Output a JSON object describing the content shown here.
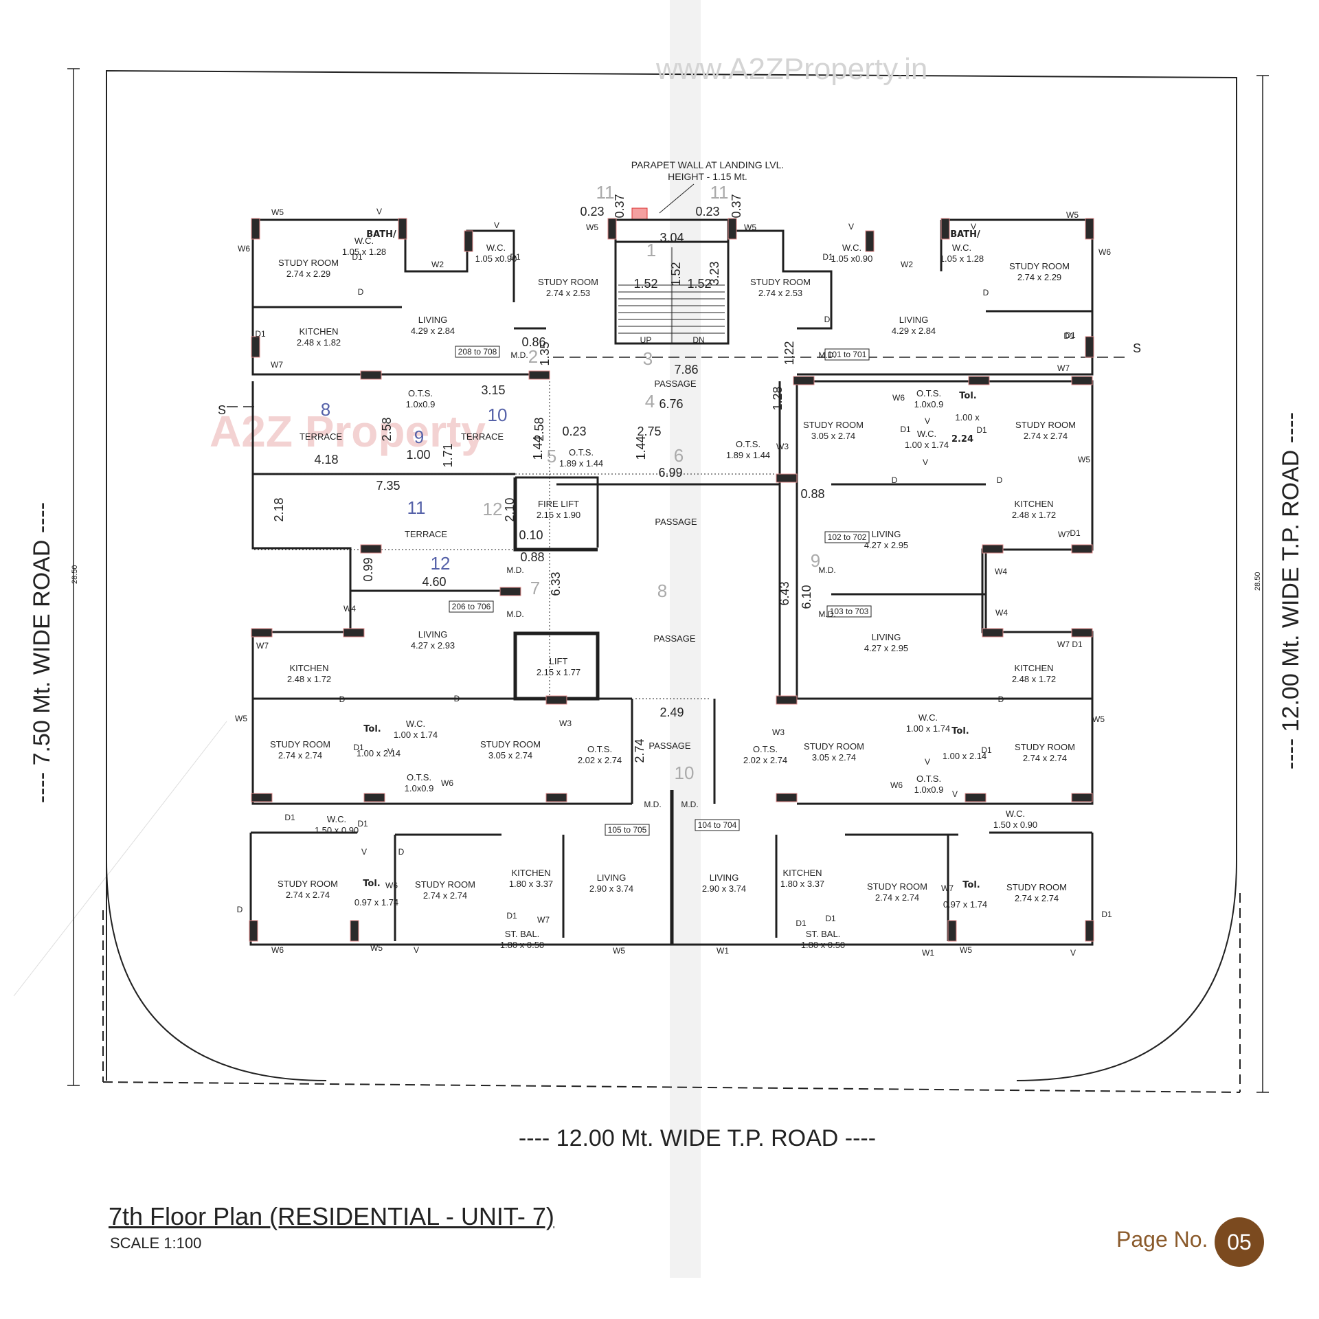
{
  "watermark": "www.A2ZProperty.in",
  "watermark_logo": "A2Z Property",
  "parapet_note": [
    "PARAPET WALL AT LANDING LVL.",
    "HEIGHT - 1.15 Mt."
  ],
  "roads": {
    "left": "---- 7.50 Mt. WIDE ROAD ----",
    "right": "---- 12.00 Mt. WIDE T.P. ROAD ----",
    "bottom": "----  12.00 Mt. WIDE T.P. ROAD  ----",
    "left_dim": "28.50",
    "right_dim": "28.50"
  },
  "title": "7th Floor Plan (RESIDENTIAL - UNIT- 7)",
  "scale": "SCALE 1:100",
  "page_label": "Page No.",
  "page_number": "05",
  "rooms": [
    {
      "name": "STUDY ROOM",
      "size": "2.74 x 2.29"
    },
    {
      "name": "W.C.",
      "size": "1.05 x 1.28"
    },
    {
      "name": "W.C.",
      "size": "1.05 x0.90"
    },
    {
      "name": "STUDY ROOM",
      "size": "2.74 x 2.53"
    },
    {
      "name": "STUDY ROOM",
      "size": "2.74 x 2.53"
    },
    {
      "name": "W.C.",
      "size": "1.05 x0.90"
    },
    {
      "name": "W.C.",
      "size": "1.05 x 1.28"
    },
    {
      "name": "STUDY ROOM",
      "size": "2.74 x 2.29"
    },
    {
      "name": "KITCHEN",
      "size": "2.48 x 1.82"
    },
    {
      "name": "LIVING",
      "size": "4.29 x 2.84"
    },
    {
      "name": "LIVING",
      "size": "4.29 x 2.84"
    },
    {
      "name": "O.T.S.",
      "size": "1.0x0.9"
    },
    {
      "name": "TERRACE",
      "size": ""
    },
    {
      "name": "TERRACE",
      "size": ""
    },
    {
      "name": "O.T.S.",
      "size": "1.89 x 1.44"
    },
    {
      "name": "O.T.S.",
      "size": "1.89 x 1.44"
    },
    {
      "name": "PASSAGE",
      "size": ""
    },
    {
      "name": "O.T.S.",
      "size": "1.0x0.9"
    },
    {
      "name": "STUDY ROOM",
      "size": "3.05 x 2.74"
    },
    {
      "name": "W.C.",
      "size": "1.00 x 1.74"
    },
    {
      "name": "STUDY ROOM",
      "size": "2.74 x 2.74"
    },
    {
      "name": "FIRE LIFT",
      "size": "2.15 x 1.90"
    },
    {
      "name": "PASSAGE",
      "size": ""
    },
    {
      "name": "TERRACE",
      "size": ""
    },
    {
      "name": "KITCHEN",
      "size": "2.48 x 1.72"
    },
    {
      "name": "LIVING",
      "size": "4.27 x 2.95"
    },
    {
      "name": "LIVING",
      "size": "4.27 x 2.93"
    },
    {
      "name": "LIVING",
      "size": "4.27 x 2.95"
    },
    {
      "name": "KITCHEN",
      "size": "2.48 x 1.72"
    },
    {
      "name": "LIFT",
      "size": "2.15 x 1.77"
    },
    {
      "name": "PASSAGE",
      "size": ""
    },
    {
      "name": "KITCHEN",
      "size": "2.48 x 1.72"
    },
    {
      "name": "STUDY ROOM",
      "size": "2.74 x 2.74"
    },
    {
      "name": "W.C.",
      "size": "1.00 x 1.74"
    },
    {
      "name": "O.T.S.",
      "size": "1.0x0.9"
    },
    {
      "name": "STUDY ROOM",
      "size": "3.05 x 2.74"
    },
    {
      "name": "O.T.S.",
      "size": "2.02 x 2.74"
    },
    {
      "name": "PASSAGE",
      "size": ""
    },
    {
      "name": "O.T.S.",
      "size": "2.02 x 2.74"
    },
    {
      "name": "STUDY ROOM",
      "size": "3.05 x 2.74"
    },
    {
      "name": "W.C.",
      "size": "1.00 x 1.74"
    },
    {
      "name": "O.T.S.",
      "size": "1.0x0.9"
    },
    {
      "name": "STUDY ROOM",
      "size": "2.74 x 2.74"
    },
    {
      "name": "W.C.",
      "size": "1.50 x 0.90"
    },
    {
      "name": "W.C.",
      "size": "1.50 x 0.90"
    },
    {
      "name": "STUDY ROOM",
      "size": "2.74 x 2.74"
    },
    {
      "name": "STUDY ROOM",
      "size": "2.74 x 2.74"
    },
    {
      "name": "KITCHEN",
      "size": "1.80 x 3.37"
    },
    {
      "name": "LIVING",
      "size": "2.90 x 3.74"
    },
    {
      "name": "LIVING",
      "size": "2.90 x 3.74"
    },
    {
      "name": "KITCHEN",
      "size": "1.80 x 3.37"
    },
    {
      "name": "STUDY ROOM",
      "size": "2.74 x 2.74"
    },
    {
      "name": "STUDY ROOM",
      "size": "2.74 x 2.74"
    },
    {
      "name": "ST. BAL.",
      "size": "1.80 x 0.50"
    },
    {
      "name": "ST. BAL.",
      "size": "1.80 x 0.50"
    }
  ],
  "handwritten": [
    {
      "text": "BATH/"
    },
    {
      "text": "BATH/"
    },
    {
      "text": "Tol."
    },
    {
      "text": "2.24"
    },
    {
      "text": "Tol."
    },
    {
      "text": "Tol."
    },
    {
      "text": "Tol."
    },
    {
      "text": "Tol."
    }
  ],
  "toilet_sizes": [
    {
      "size": "1.00 x"
    },
    {
      "size": "1.00 x 2.14"
    },
    {
      "size": "1.00 x 2.14"
    },
    {
      "size": "0.97 x 1.74"
    },
    {
      "size": "0.97 x 1.74"
    }
  ],
  "flat_tags": [
    "208 to 708",
    "101 to 701",
    "102 to 702",
    "206 to 706",
    "103 to 703",
    "105 to 705",
    "104 to 704"
  ],
  "dimensions": [
    {
      "t": "0.23"
    },
    {
      "t": "0.37"
    },
    {
      "t": "0.23"
    },
    {
      "t": "0.37"
    },
    {
      "t": "3.04"
    },
    {
      "t": "1.52"
    },
    {
      "t": "1.52"
    },
    {
      "t": "1.52"
    },
    {
      "t": "3.23"
    },
    {
      "t": "0.86"
    },
    {
      "t": "1.35"
    },
    {
      "t": "7.86"
    },
    {
      "t": "1.22"
    },
    {
      "t": "3.15"
    },
    {
      "t": "6.76"
    },
    {
      "t": "1.28"
    },
    {
      "t": "2.58"
    },
    {
      "t": "2.58"
    },
    {
      "t": "0.23"
    },
    {
      "t": "2.75"
    },
    {
      "t": "1.44"
    },
    {
      "t": "1.44"
    },
    {
      "t": "4.18"
    },
    {
      "t": "1.00"
    },
    {
      "t": "1.71"
    },
    {
      "t": "7.35"
    },
    {
      "t": "6.99"
    },
    {
      "t": "0.88"
    },
    {
      "t": "2.18"
    },
    {
      "t": "2.10"
    },
    {
      "t": "0.10"
    },
    {
      "t": "0.88"
    },
    {
      "t": "0.99"
    },
    {
      "t": "4.60"
    },
    {
      "t": "6.33"
    },
    {
      "t": "6.43"
    },
    {
      "t": "6.10"
    },
    {
      "t": "2.49"
    },
    {
      "t": "2.74"
    }
  ],
  "section_numbers": [
    {
      "t": "11"
    },
    {
      "t": "11"
    },
    {
      "t": "1"
    },
    {
      "t": "2"
    },
    {
      "t": "3"
    },
    {
      "t": "4"
    },
    {
      "t": "8"
    },
    {
      "t": "9"
    },
    {
      "t": "10"
    },
    {
      "t": "5"
    },
    {
      "t": "6"
    },
    {
      "t": "11"
    },
    {
      "t": "12"
    },
    {
      "t": "12"
    },
    {
      "t": "7"
    },
    {
      "t": "8"
    },
    {
      "t": "9"
    },
    {
      "t": "10"
    }
  ],
  "annotations": [
    {
      "t": "UP"
    },
    {
      "t": "DN"
    },
    {
      "t": "S"
    },
    {
      "t": "S"
    },
    {
      "t": "M.D."
    },
    {
      "t": "M.D."
    },
    {
      "t": "M.D."
    },
    {
      "t": "M.D."
    },
    {
      "t": "M.D."
    },
    {
      "t": "M.D."
    },
    {
      "t": "M.D."
    },
    {
      "t": "M.D."
    }
  ],
  "window_tags": [
    {
      "t": "W5"
    },
    {
      "t": "V"
    },
    {
      "t": "W6"
    },
    {
      "t": "D1"
    },
    {
      "t": "W2"
    },
    {
      "t": "D"
    },
    {
      "t": "V"
    },
    {
      "t": "D1"
    },
    {
      "t": "W5"
    },
    {
      "t": "W5"
    },
    {
      "t": "V"
    },
    {
      "t": "D1"
    },
    {
      "t": "W2"
    },
    {
      "t": "V"
    },
    {
      "t": "W5"
    },
    {
      "t": "W6"
    },
    {
      "t": "D1"
    },
    {
      "t": "D"
    },
    {
      "t": "D"
    },
    {
      "t": "D1"
    },
    {
      "t": "W7"
    },
    {
      "t": "D1"
    },
    {
      "t": "W7"
    },
    {
      "t": "W6"
    },
    {
      "t": "V"
    },
    {
      "t": "D1"
    },
    {
      "t": "D1"
    },
    {
      "t": "V"
    },
    {
      "t": "W3"
    },
    {
      "t": "W5"
    },
    {
      "t": "D"
    },
    {
      "t": "D"
    },
    {
      "t": "D1"
    },
    {
      "t": "W7"
    },
    {
      "t": "W4"
    },
    {
      "t": "W4"
    },
    {
      "t": "W4"
    },
    {
      "t": "W7"
    },
    {
      "t": "D1"
    },
    {
      "t": "W7"
    },
    {
      "t": "D"
    },
    {
      "t": "D"
    },
    {
      "t": "W5"
    },
    {
      "t": "D1"
    },
    {
      "t": "V"
    },
    {
      "t": "W6"
    },
    {
      "t": "W3"
    },
    {
      "t": "W3"
    },
    {
      "t": "D"
    },
    {
      "t": "W5"
    },
    {
      "t": "D1"
    },
    {
      "t": "V"
    },
    {
      "t": "W6"
    },
    {
      "t": "V"
    },
    {
      "t": "D1"
    },
    {
      "t": "D1"
    },
    {
      "t": "V"
    },
    {
      "t": "D"
    },
    {
      "t": "D"
    },
    {
      "t": "W6"
    },
    {
      "t": "D1"
    },
    {
      "t": "W7"
    },
    {
      "t": "D1"
    },
    {
      "t": "D1"
    },
    {
      "t": "W7"
    },
    {
      "t": "D1"
    },
    {
      "t": "W6"
    },
    {
      "t": "W5"
    },
    {
      "t": "V"
    },
    {
      "t": "W5"
    },
    {
      "t": "W1"
    },
    {
      "t": "W1"
    },
    {
      "t": "W5"
    },
    {
      "t": "V"
    },
    {
      "t": "W5"
    }
  ],
  "colors": {
    "ink": "#222222",
    "wall": "#1f1f1f",
    "watermark": "#d4d4d4",
    "brand_red": "#e08a8a",
    "brand_blue": "#5561a8",
    "page_badge": "#7b4a1f"
  }
}
